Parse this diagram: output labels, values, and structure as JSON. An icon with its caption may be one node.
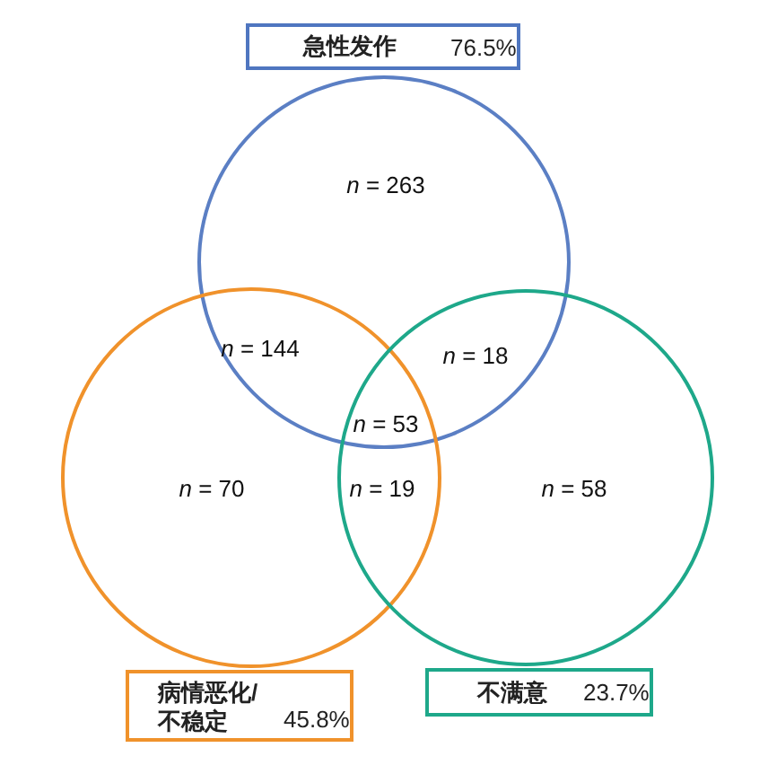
{
  "diagram": {
    "nodes": [
      {
        "text": [
          "急性发作",
          "76.5%"
        ]
      },
      {
        "text": [],
        "shape": "circle"
      },
      {
        "text": [],
        "shape": "circle"
      },
      {
        "text": [],
        "shape": "circle"
      },
      {
        "text": [
          "病情恶化/不稳定",
          "45.8%"
        ]
      },
      {
        "text": [
          "不满意",
          "23.7%"
        ]
      }
    ],
    "edges": [],
    "labels": [
      "*n* = 263",
      "*n* = 144",
      "*n* = 18",
      "*n* = 53",
      "*n* = 70",
      "*n* = 19",
      "*n* = 58"
    ]
  }
}
